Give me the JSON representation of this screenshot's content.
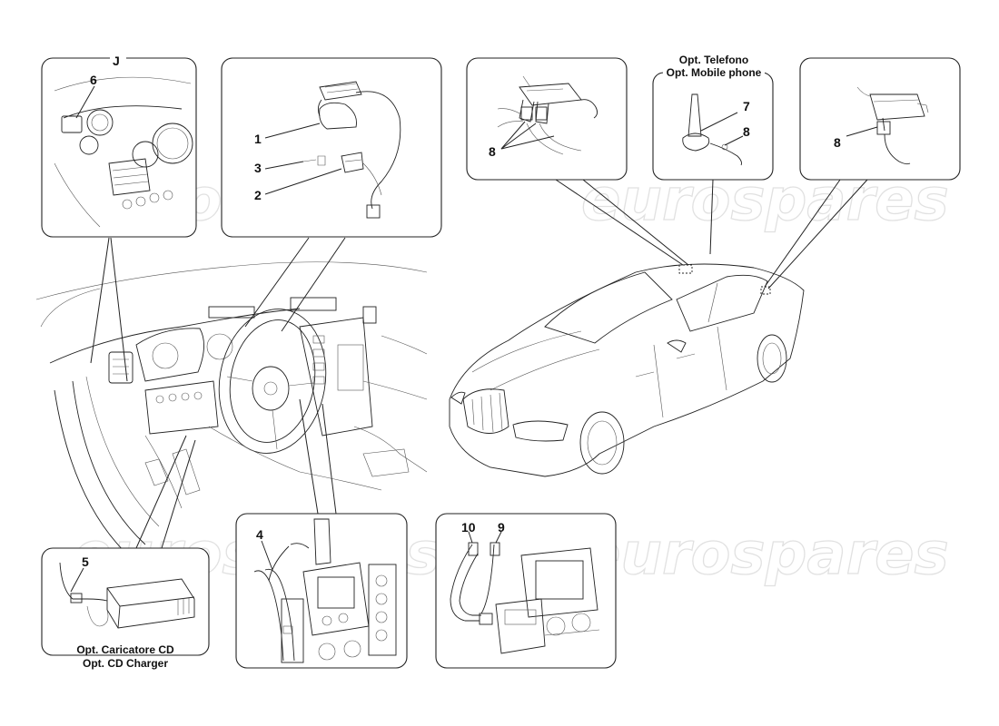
{
  "watermark": "eurospares",
  "panels": {
    "j": {
      "letter": "J",
      "callouts": [
        "6"
      ]
    },
    "antenna": {
      "callouts": [
        "1",
        "3",
        "2"
      ]
    },
    "cd_changer": {
      "callouts": [
        "5"
      ],
      "caption_it": "Opt. Caricatore CD",
      "caption_en": "Opt. CD Charger"
    },
    "harness": {
      "callouts": [
        "4"
      ]
    },
    "cables": {
      "callouts": [
        "10",
        "9"
      ]
    },
    "roof_connector": {
      "callouts": [
        "8"
      ]
    },
    "phone_antenna": {
      "callouts": [
        "7",
        "8"
      ],
      "title_it": "Opt. Telefono",
      "title_en": "Opt. Mobile phone"
    },
    "rear_module": {
      "callouts": [
        "8"
      ]
    }
  }
}
